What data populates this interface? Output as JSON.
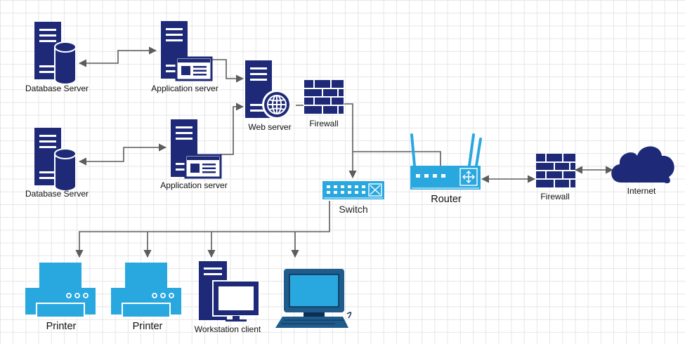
{
  "labels": {
    "db_server_1": "Database Server",
    "db_server_2": "Database Server",
    "app_server_1": "Application server",
    "app_server_2": "Application server",
    "web_server": "Web server",
    "firewall_internal": "Firewall",
    "firewall_external": "Firewall",
    "switch": "Switch",
    "router": "Router",
    "internet": "Internet",
    "printer_1": "Printer",
    "printer_2": "Printer",
    "workstation": "Workstation client"
  },
  "colors": {
    "navy": "#1e2a78",
    "sky": "#29a8e0",
    "edge": "#5c5c5c"
  }
}
